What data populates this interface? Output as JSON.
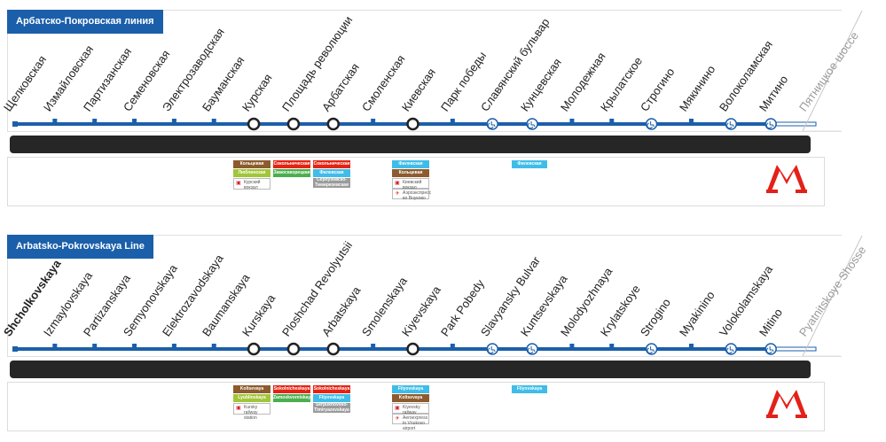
{
  "panels": [
    {
      "id": "ru",
      "title": "Арбатско-Покровская линия",
      "stations": [
        "Щелковская",
        "Измайловская",
        "Партизанская",
        "Семеновская",
        "Электрозаводская",
        "Бауманская",
        "Курская",
        "Площадь революции",
        "Арбатская",
        "Смоленская",
        "Киевская",
        "Парк победы",
        "Славянский бульвар",
        "Кунцевская",
        "Молодежная",
        "Крылатское",
        "Строгино",
        "Мякинино",
        "Волоколамская",
        "Митино",
        "Пятницкое шоссе"
      ],
      "transfers": {
        "kurskaya": [
          "Кольцевая",
          "Люблинская"
        ],
        "kurskaya_note": "Курский вокзал",
        "plrev": [
          "Сокольническая",
          "Замоскворецкая"
        ],
        "arbat": [
          "Сокольническая",
          "Филевская",
          "Серпуховско-Тимирязевская"
        ],
        "kiev": [
          "Филевская",
          "Кольцевая"
        ],
        "kiev_note1": "Киевский вокзал",
        "kiev_note2": "Аэроэкспресс во Внуково",
        "kuntsev": [
          "Филевская"
        ]
      }
    },
    {
      "id": "en",
      "title": "Arbatsko-Pokrovskaya Line",
      "stations": [
        "Shcholkovskaya",
        "Izmaylovskaya",
        "Partizanskaya",
        "Semyonovskaya",
        "Elektrozavodskaya",
        "Baumanskaya",
        "Kurskaya",
        "Ploshchad Revolyutsii",
        "Arbatskaya",
        "Smolenskaya",
        "Kiyevskaya",
        "Park Pobedy",
        "Slavyansky Bulvar",
        "Kuntsevskaya",
        "Molodyozhnaya",
        "Krylatskoye",
        "Strogino",
        "Myakinino",
        "Volokolamskaya",
        "Mitino",
        "Pyatnitskoye Shosse"
      ],
      "transfers": {
        "kurskaya": [
          "Koltsevaya",
          "Lyublinskaya"
        ],
        "kurskaya_note": "Kursky railway station",
        "plrev": [
          "Sokolnicheskaya",
          "Zamoskvoretskaya"
        ],
        "arbat": [
          "Sokolnicheskaya",
          "Filyovskaya",
          "Serpukhovsko-Timiryazevskaya"
        ],
        "kiev": [
          "Filyovskaya",
          "Koltsevaya"
        ],
        "kiev_note1": "Kiyevsky railway station",
        "kiev_note2": "Aeroexpress to Vnukovo airport",
        "kuntsev": [
          "Filyovskaya"
        ]
      }
    }
  ],
  "colors": {
    "line": "#1b5faa",
    "tunnel": "#262626",
    "koltsevaya": "#8d5b2d",
    "lyublinskaya": "#a1c639",
    "sokolnicheskaya": "#e42313",
    "zamoskvoretskaya": "#4baf4f",
    "filyovskaya": "#3fbde8",
    "serpukhovskaya": "#9b9b9b",
    "metro_red": "#e32119"
  },
  "station_types": [
    "terminal",
    "dot",
    "dot",
    "dot",
    "dot",
    "dot",
    "transfer",
    "transfer",
    "transfer",
    "dot",
    "transfer",
    "dot",
    "accessible",
    "accessible",
    "dot",
    "dot",
    "accessible",
    "dot",
    "accessible",
    "accessible",
    "future"
  ],
  "icons": {
    "logo": "moscow-metro-logo-icon",
    "accessible": "wheelchair-icon",
    "train": "train-icon",
    "plane": "airplane-icon"
  }
}
